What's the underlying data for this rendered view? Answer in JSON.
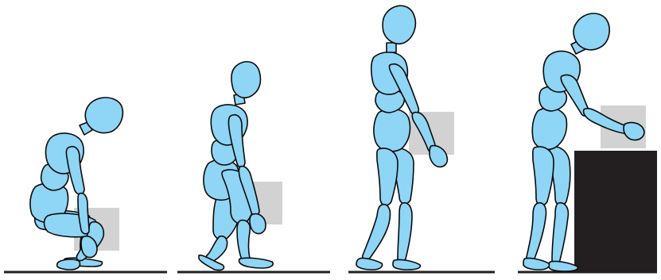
{
  "colors": {
    "body_fill": "#8fd5f5",
    "outline": "#0b0b0b",
    "box_fill": "#d2d2d2",
    "surface_fill": "#231f20",
    "ground": "#231f20",
    "background": "#ffffff"
  },
  "figures": [
    {
      "pose": "squatting-with-box-between-knees",
      "item": "box"
    },
    {
      "pose": "lifting-box-from-squat",
      "item": "box"
    },
    {
      "pose": "standing-holding-box",
      "item": "box"
    },
    {
      "pose": "leaning-placing-box-on-surface",
      "item": "box"
    }
  ]
}
